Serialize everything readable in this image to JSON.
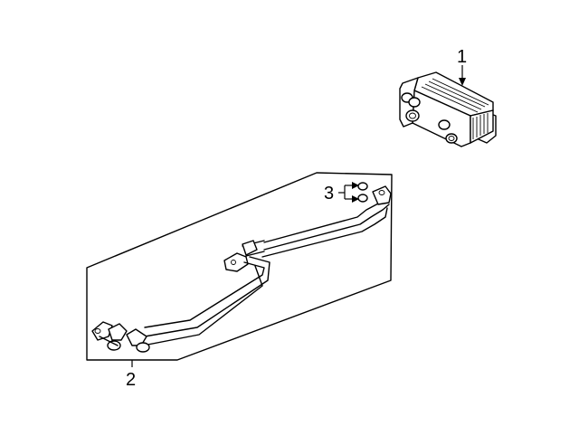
{
  "callouts": [
    {
      "id": "1",
      "text": "1"
    },
    {
      "id": "2",
      "text": "2"
    },
    {
      "id": "3",
      "text": "3"
    }
  ],
  "parts": [
    {
      "callout": "1",
      "icon": "oil-cooler-icon"
    },
    {
      "callout": "2",
      "icon": "cooler-lines-icon"
    },
    {
      "callout": "3",
      "icon": "o-ring-seal-icon"
    }
  ],
  "colors": {
    "line": "#000000",
    "background": "#ffffff"
  }
}
